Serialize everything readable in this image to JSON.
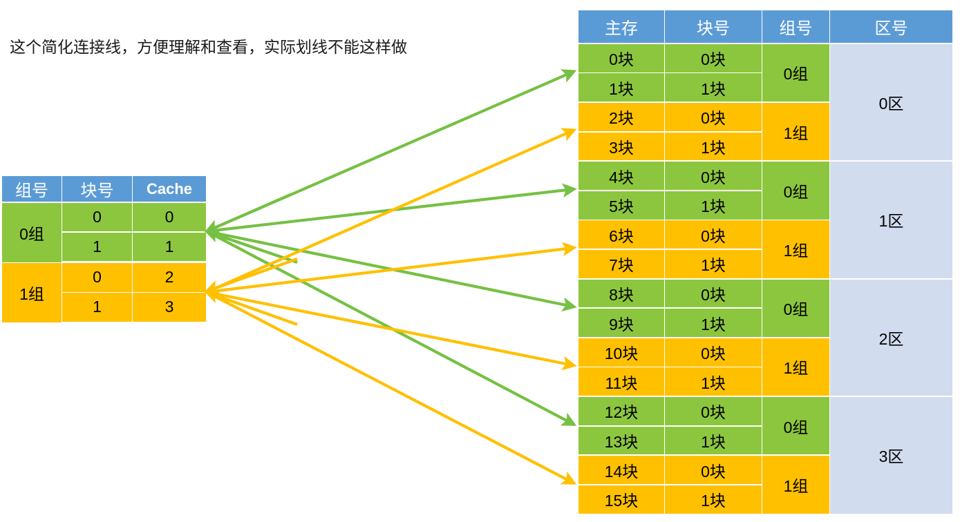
{
  "caption": {
    "text": "这个简化连接线，方便理解和查看，实际划线不能这样做"
  },
  "colors": {
    "header_blue": "#5B9BD5",
    "green": "#8CC63E",
    "orange": "#FFC000",
    "light_blue": "#D2DCEF",
    "arrow_green": "#76C043",
    "arrow_orange": "#FFC000",
    "text": "#000000",
    "header_text": "#FFFFFF"
  },
  "cache_table": {
    "headers": [
      "组号",
      "块号",
      "Cache"
    ],
    "groups": [
      {
        "group_label": "0组",
        "color": "green",
        "rows": [
          {
            "block": "0",
            "cache": "0"
          },
          {
            "block": "1",
            "cache": "1"
          }
        ]
      },
      {
        "group_label": "1组",
        "color": "orange",
        "rows": [
          {
            "block": "0",
            "cache": "2"
          },
          {
            "block": "1",
            "cache": "3"
          }
        ]
      }
    ]
  },
  "memory_table": {
    "headers": [
      "主存",
      "块号",
      "组号",
      "区号"
    ],
    "zones": [
      {
        "zone_label": "0区",
        "groups": [
          {
            "group_label": "0组",
            "color": "green",
            "rows": [
              {
                "main": "0块",
                "block": "0块"
              },
              {
                "main": "1块",
                "block": "1块"
              }
            ]
          },
          {
            "group_label": "1组",
            "color": "orange",
            "rows": [
              {
                "main": "2块",
                "block": "0块"
              },
              {
                "main": "3块",
                "block": "1块"
              }
            ]
          }
        ]
      },
      {
        "zone_label": "1区",
        "groups": [
          {
            "group_label": "0组",
            "color": "green",
            "rows": [
              {
                "main": "4块",
                "block": "0块"
              },
              {
                "main": "5块",
                "block": "1块"
              }
            ]
          },
          {
            "group_label": "1组",
            "color": "orange",
            "rows": [
              {
                "main": "6块",
                "block": "0块"
              },
              {
                "main": "7块",
                "block": "1块"
              }
            ]
          }
        ]
      },
      {
        "zone_label": "2区",
        "groups": [
          {
            "group_label": "0组",
            "color": "green",
            "rows": [
              {
                "main": "8块",
                "block": "0块"
              },
              {
                "main": "9块",
                "block": "1块"
              }
            ]
          },
          {
            "group_label": "1组",
            "color": "orange",
            "rows": [
              {
                "main": "10块",
                "block": "0块"
              },
              {
                "main": "11块",
                "block": "1块"
              }
            ]
          }
        ]
      },
      {
        "zone_label": "3区",
        "groups": [
          {
            "group_label": "0组",
            "color": "green",
            "rows": [
              {
                "main": "12块",
                "block": "0块"
              },
              {
                "main": "13块",
                "block": "1块"
              }
            ]
          },
          {
            "group_label": "1组",
            "color": "orange",
            "rows": [
              {
                "main": "14块",
                "block": "0块"
              },
              {
                "main": "15块",
                "block": "1块"
              }
            ]
          }
        ]
      }
    ]
  },
  "connections": {
    "green_source_label": "0组",
    "orange_source_label": "1组",
    "green_targets": [
      "0区 0组",
      "1区 0组",
      "2区 0组",
      "3区 0组"
    ],
    "orange_targets": [
      "0区 1组",
      "1区 1组",
      "2区 1组",
      "3区 1组"
    ]
  }
}
